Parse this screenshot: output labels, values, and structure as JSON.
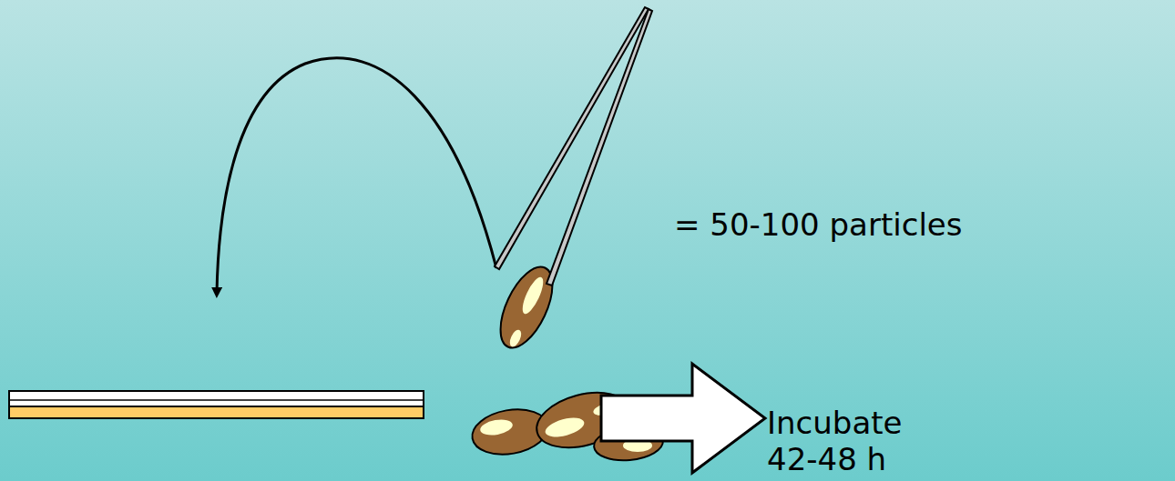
{
  "diagram": {
    "labels": [
      "= 50-100 particles",
      "Incubate",
      "42-48 h"
    ]
  }
}
